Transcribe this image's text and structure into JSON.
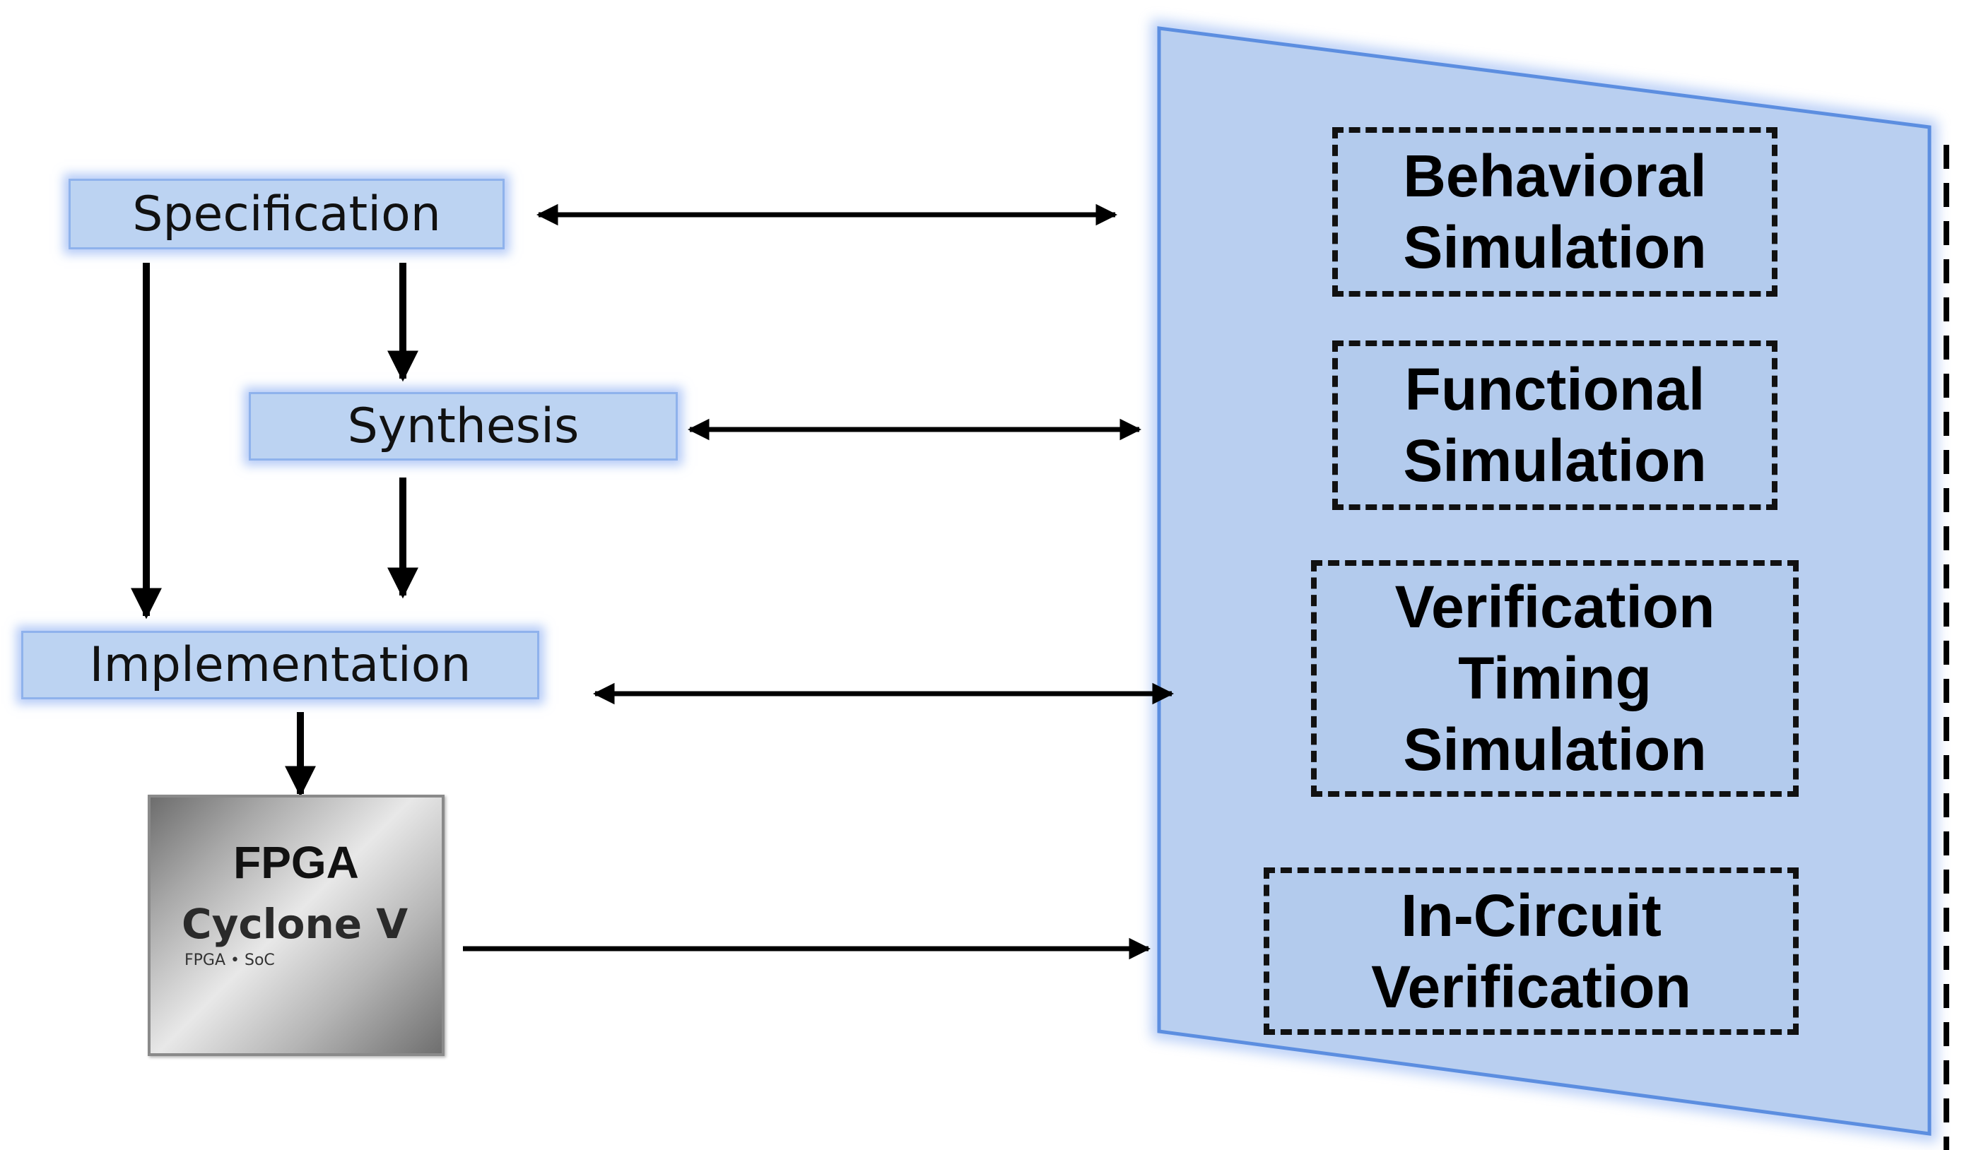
{
  "stages": {
    "specification": "Specification",
    "synthesis": "Synthesis",
    "implementation": "Implementation"
  },
  "steps": {
    "behavioral": "Behavioral\nSimulation",
    "functional": "Functional\nSimulation",
    "timing": "Verification\nTiming\nSimulation",
    "in_circuit": "In-Circuit\nVerification"
  },
  "chip": {
    "title": "FPGA",
    "model": "Cyclone V",
    "subtitle": "FPGA • SoC"
  },
  "colors": {
    "panel_fill": "#b9cff0",
    "panel_border": "#5c8ee0",
    "box_fill": "#bcd3f2",
    "arrow": "#000000"
  }
}
